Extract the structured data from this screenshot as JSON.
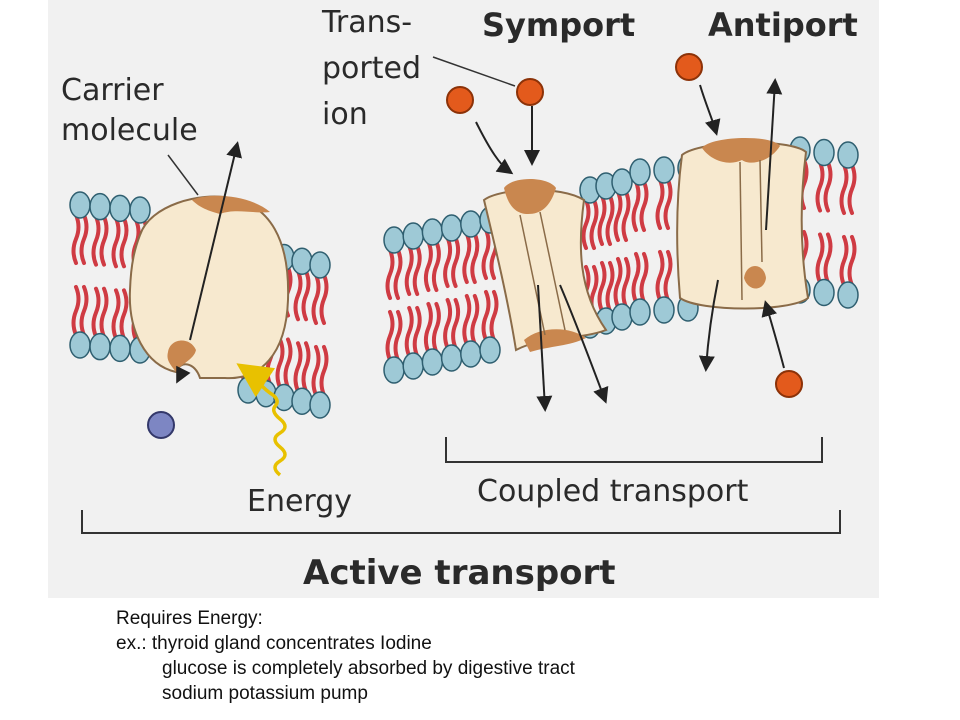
{
  "diagram": {
    "labels": {
      "carrier_molecule_line1": "Carrier",
      "carrier_molecule_line2": "molecule",
      "transported_ion_line1": "Trans-",
      "transported_ion_line2": "ported",
      "transported_ion_line3": "ion",
      "symport": "Symport",
      "antiport": "Antiport",
      "energy": "Energy",
      "coupled_transport": "Coupled transport",
      "active_transport": "Active transport"
    },
    "colors": {
      "background": "#f1f1f1",
      "head": "#9ec9d6",
      "tail": "#cf3b43",
      "protein": "#f7e9cf",
      "protein_cap": "#c9874f",
      "ion_orange": "#e35a1c",
      "ion_blue": "#7d86c3",
      "energy_arrow": "#e8c100"
    }
  },
  "caption": {
    "line1": "Requires Energy:",
    "line2": "ex.: thyroid gland concentrates Iodine",
    "line3": "glucose is completely absorbed by digestive tract",
    "line4": "sodium potassium pump"
  }
}
